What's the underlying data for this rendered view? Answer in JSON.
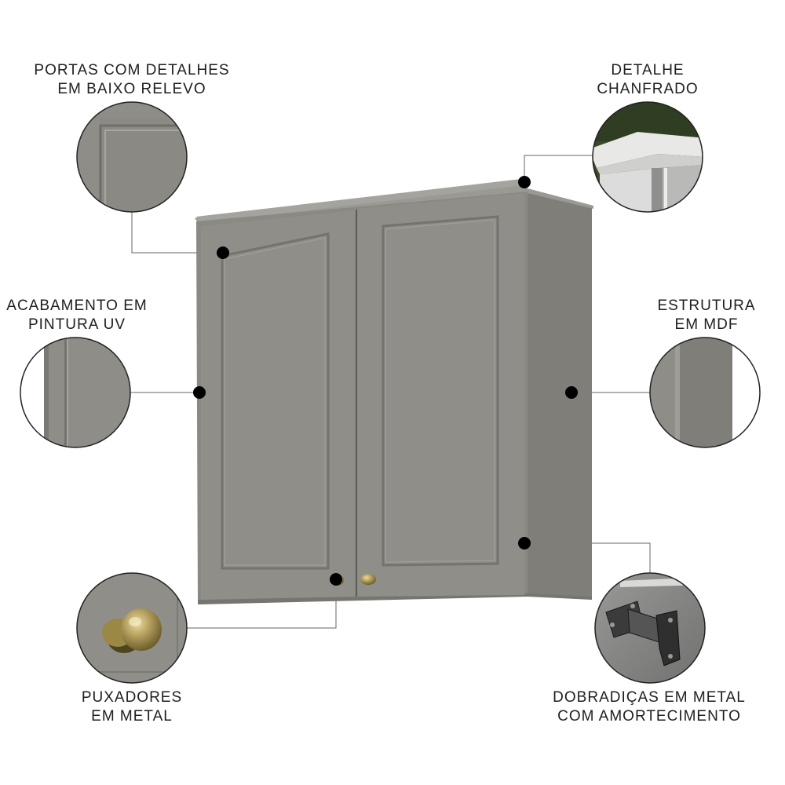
{
  "colors": {
    "cabinet_front": "#8e8d88",
    "cabinet_side": "#7f7e79",
    "cabinet_top": "#9a9994",
    "handle_brass": "#b8a262",
    "leader_line": "#555555",
    "marker_dot": "#000000",
    "text": "#1e1e1e"
  },
  "callouts": {
    "portas": {
      "line1": "PORTAS COM DETALHES",
      "line2": "EM BAIXO RELEVO",
      "icon": "door-relief-closeup"
    },
    "chanfrado": {
      "line1": "DETALHE",
      "line2": "CHANFRADO",
      "icon": "chamfer-closeup"
    },
    "acabamento": {
      "line1": "ACABAMENTO EM",
      "line2": "PINTURA UV",
      "icon": "uv-finish-closeup"
    },
    "estrutura": {
      "line1": "ESTRUTURA",
      "line2": "EM MDF",
      "icon": "mdf-edge-closeup"
    },
    "puxadores": {
      "line1": "PUXADORES",
      "line2": "EM METAL",
      "icon": "brass-knob-closeup"
    },
    "dobradicas": {
      "line1": "DOBRADIÇAS EM METAL",
      "line2": "COM AMORTECIMENTO",
      "icon": "soft-close-hinge-closeup"
    }
  }
}
